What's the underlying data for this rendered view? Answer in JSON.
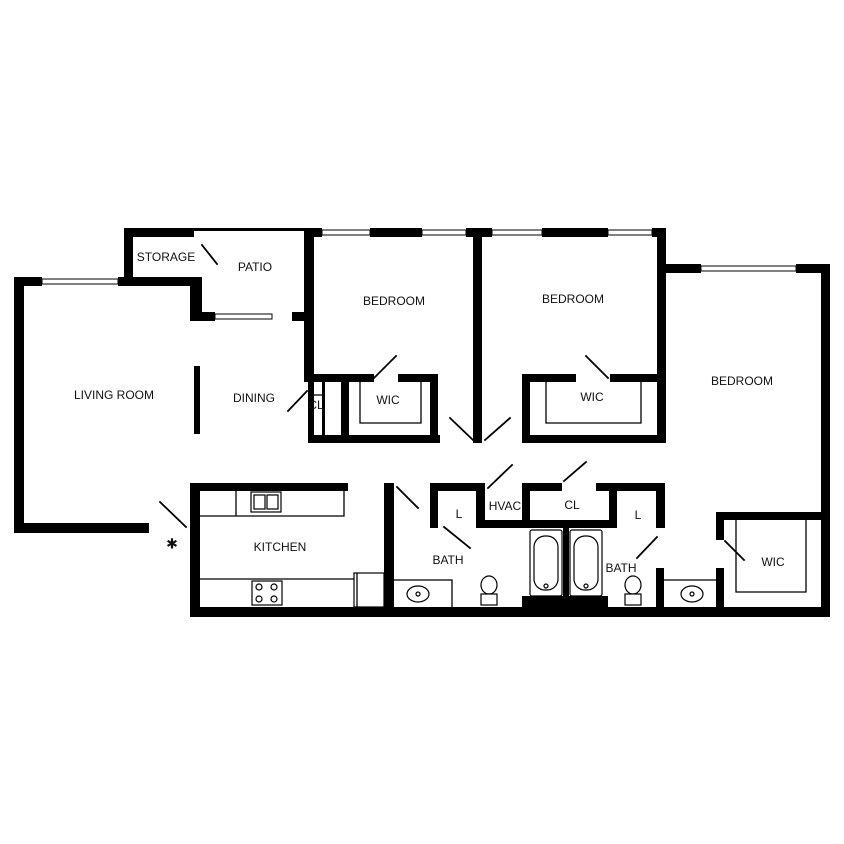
{
  "plan": {
    "rooms": {
      "storage": "STORAGE",
      "patio": "PATIO",
      "bedroom_1": "BEDROOM",
      "bedroom_2": "BEDROOM",
      "bedroom_3": "BEDROOM",
      "living_room": "LIVING ROOM",
      "dining": "DINING",
      "closet_dining": "CL",
      "wic_1": "WIC",
      "wic_2": "WIC",
      "wic_3": "WIC",
      "kitchen": "KITCHEN",
      "linen_1": "L",
      "hvac": "HVAC",
      "closet_hall": "CL",
      "linen_2": "L",
      "bath_1": "BATH",
      "bath_2": "BATH"
    },
    "entry_marker": "✱",
    "colors": {
      "wall": "#000000",
      "background": "#ffffff"
    }
  }
}
